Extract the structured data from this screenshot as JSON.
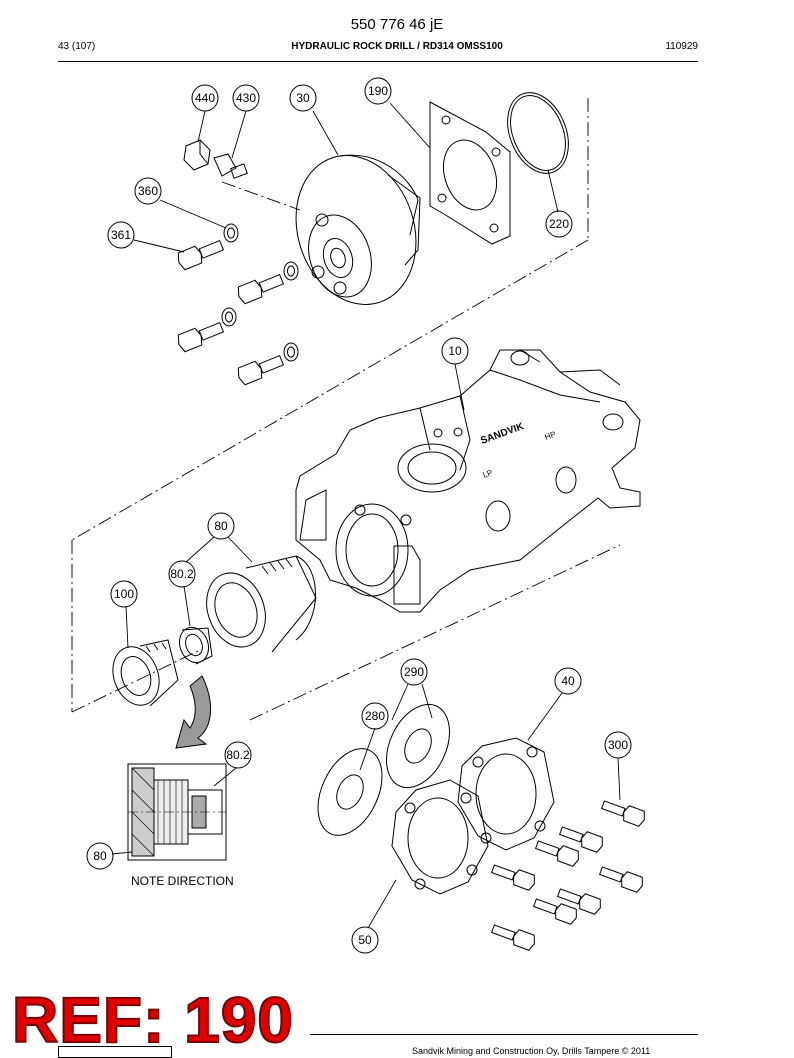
{
  "header": {
    "document_number": "550 776 46 jE",
    "page_indicator": "43 (107)",
    "title": "HYDRAULIC ROCK DRILL / RD314 OMSS100",
    "date_code": "110929"
  },
  "callouts": [
    {
      "id": "c440",
      "label": "440"
    },
    {
      "id": "c430",
      "label": "430"
    },
    {
      "id": "c30",
      "label": "30"
    },
    {
      "id": "c190",
      "label": "190"
    },
    {
      "id": "c360",
      "label": "360"
    },
    {
      "id": "c361",
      "label": "361"
    },
    {
      "id": "c220",
      "label": "220"
    },
    {
      "id": "c10",
      "label": "10"
    },
    {
      "id": "c80a",
      "label": "80"
    },
    {
      "id": "c802a",
      "label": "80.2"
    },
    {
      "id": "c100",
      "label": "100"
    },
    {
      "id": "c290",
      "label": "290"
    },
    {
      "id": "c40",
      "label": "40"
    },
    {
      "id": "c280",
      "label": "280"
    },
    {
      "id": "c300",
      "label": "300"
    },
    {
      "id": "c802b",
      "label": "80.2"
    },
    {
      "id": "c80b",
      "label": "80"
    },
    {
      "id": "c50",
      "label": "50"
    }
  ],
  "note": {
    "text": "NOTE DIRECTION"
  },
  "stamp": {
    "text": "REF: 190",
    "color": "#e00000"
  },
  "footer": {
    "text": "Sandvik Mining and Construction Oy, Drills Tampere © 2011"
  }
}
